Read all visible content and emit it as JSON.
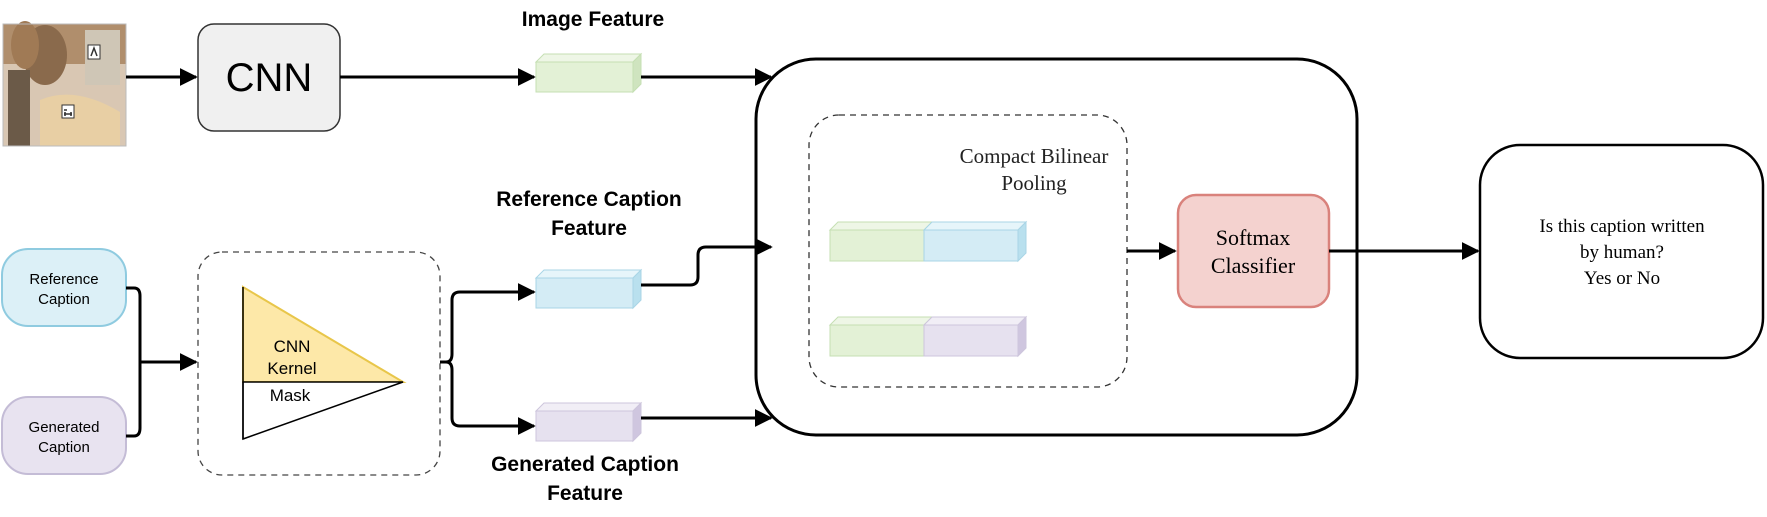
{
  "input": {
    "image_alt": "input photo",
    "cnn_label": "CNN"
  },
  "features": {
    "image_feature": "Image Feature",
    "reference_caption_feature": [
      "Reference Caption",
      "Feature"
    ],
    "generated_caption_feature": [
      "Generated Caption",
      "Feature"
    ]
  },
  "captions": {
    "reference": [
      "Reference",
      "Caption"
    ],
    "generated": [
      "Generated",
      "Caption"
    ]
  },
  "text_cnn": {
    "kernel": [
      "CNN",
      "Kernel"
    ],
    "mask": "Mask"
  },
  "pooling": {
    "title": [
      "Compact Bilinear",
      "Pooling"
    ]
  },
  "classifier": {
    "label": [
      "Softmax",
      "Classifier"
    ]
  },
  "output": {
    "question": [
      "Is this caption written",
      "by human?",
      "Yes or No"
    ]
  },
  "colors": {
    "image_feature": "#e3f1d6",
    "reference_feature": "#d4ecf5",
    "generated_feature": "#e6e1ef",
    "caption_ref_fill": "#dcf0f7",
    "caption_ref_stroke": "#8fcbe0",
    "caption_gen_fill": "#e8e3f0",
    "caption_gen_stroke": "#c4bcd6",
    "kernel_fill": "#fde8a8",
    "kernel_stroke": "#e8c64a",
    "classifier_fill": "#f4d2cf",
    "classifier_stroke": "#d9827c"
  }
}
